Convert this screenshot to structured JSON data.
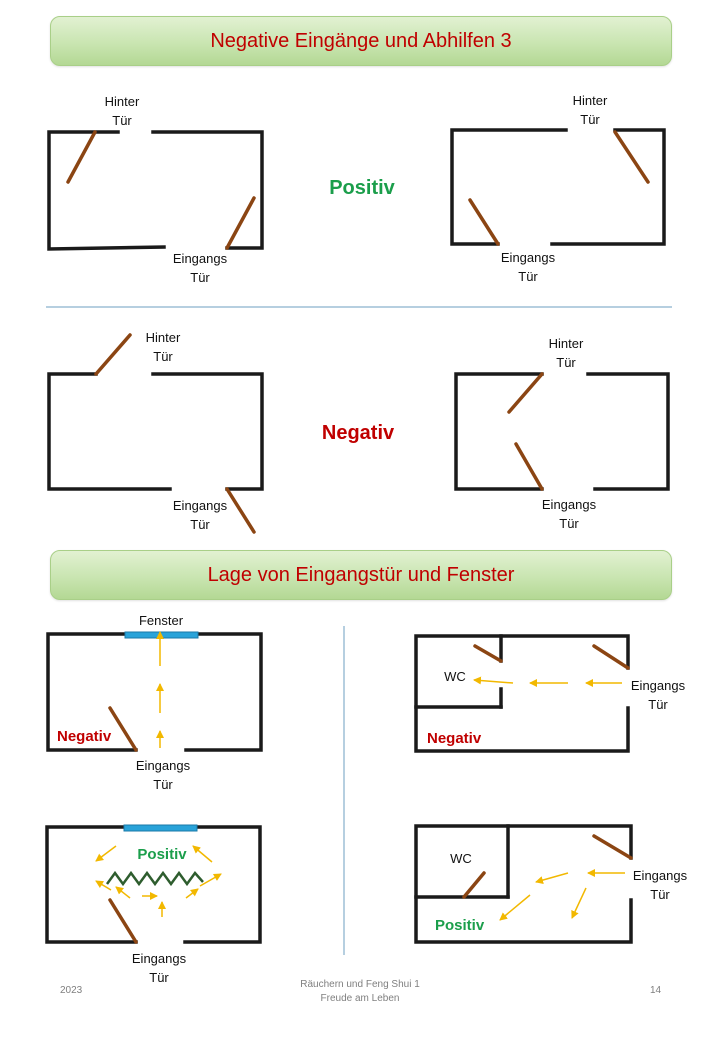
{
  "banners": {
    "top": "Negative Eingänge und Abhilfen 3",
    "middle": "Lage von Eingangstür und Fenster"
  },
  "labels": {
    "hinter": "Hinter",
    "tuer": "Tür",
    "eingangs": "Eingangs",
    "fenster": "Fenster",
    "wc": "WC",
    "positiv": "Positiv",
    "negativ": "Negativ"
  },
  "footer": {
    "year": "2023",
    "title_line1": "Räuchern und Feng Shui 1",
    "title_line2": "Freude am Leben",
    "page": "14"
  },
  "colors": {
    "wall": "#1a1a1a",
    "door": "#8b4513",
    "window": "#29a3d9",
    "arrow": "#f2b800",
    "negative": "#c00000",
    "positive": "#1b9e4b",
    "divider": "#9dbfd6"
  }
}
